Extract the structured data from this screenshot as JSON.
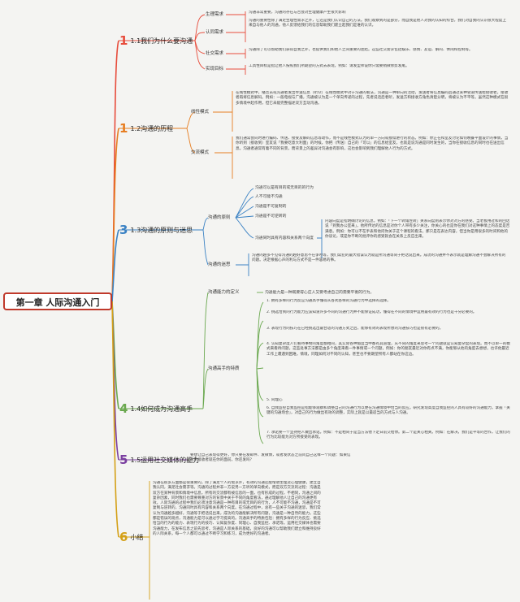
{
  "colors": {
    "red": "#e74c3c",
    "orange": "#e67e22",
    "blue": "#3b82c4",
    "green": "#6aa84f",
    "purple": "#7b3fa0",
    "gold": "#d4a017"
  },
  "root": "第一章 人际沟通入门",
  "t1": {
    "num": "1",
    "label": "1.1我们为什么要沟通",
    "s1": "生理需求",
    "d1": "沟通非常重要，沟通的存在与否会对生理健康产生很大影响",
    "s2": "认同需求",
    "d2": "沟通的重要性除了满足生理性需求之外，它还是我们认识自己的方法。我们观察到的是部分，而自我是他人对我的认知的综合。我们对自我的认识很大程度上来自与他人的沟通，他人反馈给我们的信息帮助我们建立起我们是谁的认识。",
    "s3": "社交需求",
    "d3": "沟通除了可以帮助我们获得自我之外，也提供我们和他人之间重要的连结。这些社交需求包括娱乐、感情、友谊、解闷、休闲和控制等。",
    "s4": "实现目标",
    "d4": "工具性目标是指让他人按照我们所期望的方式去表现，例如：请发型师设你只需要稍微修剪发尾。"
  },
  "t2": {
    "num": "1",
    "label": "1.2沟通的历程",
    "s1": "线性模式",
    "d1": "在线性模式中，播音员或沟通者发出传送信息（听众）在线性模式中对于沟通的看法，沟通是一种单向的活动，发送者将信息编码后通过某种管道传送给接收者，接收者再将信息解码。例如：一般电视与广播，沟通被认为是一个单向传递的过程，先者说话后者听，发送方和接收方角色清楚分明，将被认为不平等。虽然这种模式在很多情境中起作用，但它未能完整描述双方互动沟通。",
    "s2": "交流模式",
    "d2": "我们通常会同时进行编码、传送、接受及解码信息等动作，而不是线性模式认为的单一方向或接续进行的状态。例如：你正在和室友讨论如何晚餐平面设计的事情，当你听到（接收到）室友说「我要吃意大利面」的时候，你把（传送）自己的「可以」的信息给室友，也就是说沟通是同时发生的，当你在接收信息的同时也在送出信息。沟通者通常有着不同的背景，而背景上的差异对沟通会有影响，这也会影响到我们理解他人行为的方式。"
  },
  "t3": {
    "num": "3",
    "label": "1.3沟通的原则与迷思",
    "s1": "沟通的原则",
    "p1": "沟通可以是有目的或无目的的行为",
    "p2": "人不可能不沟通",
    "p3": "沟通是不可复制的",
    "p4": "沟通是不可逆转的",
    "p5": "沟通同时具有内容和关系两个向度",
    "d5": "内容向度是指明确讨论的信息，例如：「下一个转角左转」关系向度则表示你对对方的感受。当老板用过和的回话说「到我办公室来」，他所传达的信息是对你个人带有多少关注，你关心的也是你在我们对这种事情上的态度是否满意。例如：你可以不在手表和他问你关于这个课程的看法，那只是在表达内容，但当你是用很多的时间和他的你谈论，或是你不断的批评你的感受就会在关系上反应出来。",
    "s2": "沟通的迷思",
    "d6": "沟通的越多不见得沟通的越好意思不在争吵等，我们常犯的最大错误认为就是所沟通等同于把话说出来。成功的沟通并不表示就是理解沟通不会解决所有的问题。决定根据心声的利与方式不是一件容易的事。"
  },
  "t4": {
    "num": "4",
    "label": "1.4如何成为沟通高手",
    "s1": "沟通能力的定义",
    "def": "沟通能力是一种既要得心应人又要考虑自己的需要平衡的行为。",
    "s2": "沟通高手的特质",
    "c1": "1. 拥有多样的行为反应沟通高手懂得从各式各样的沟通行为中选择的选择。",
    "c2": "2. 挑选恰到的行为能力应该知道许多不同的沟通行为并不能保证成功，懂得在不同的情境中运用最有效的行为也是十分必要的。",
    "c3": "3. 表现行为的技巧在已经挑选出最合适的沟通方式之后，能够有效的表现所想的沟通技巧也是很有必要的。",
    "c4": "4. 认知复杂度人们看待事物的角度都相同，其实际各种角度当中都有其道理，从不同的角度来思考一个问题就是认知复杂度的表现。而不以单一的模式来看待问题，这些处事方法都是由多个角度来看一件事情或一个问题，例如：你的朋友最近对你有点不满，你能够从他的角度去想想，也许他最近工作上遭遇到困难。情境，同理如何对不同的认知，甚至也不要期望所有人都站在你这边。",
    "c5": "5. 同理心",
    "c6": "6. 自我监控自我监控是指能够观察和调整自己的沟通行为以便在沟通情境中恰当的反应。研究发现高度自我监控的人具有较好的沟通能力。掌握「关键的沟通场合」，对自己的行为做出有效的调整，实际上就是以最适当的方式与人沟通。",
    "c7": "7. 承诺要一个坚持把人做出承诺。例如：不是相同于是当方法他下定日前交给你。第二个是关心相关。例如：在解决，我们是平等的合作，让我们的行为比较能为对方所接受的表现。"
  },
  "t5": {
    "num": "5",
    "label": "1.5运用社交媒体的能力",
    "d1": "要想让自己表现得更好，你只要在发邮件、发微博，或者发状态之前问自己这样一个问题：如果信息的接收者就在你的面前，你还发吗？"
  },
  "t6": {
    "num": "6",
    "label": "小结",
    "d1": "沟通在很多方面都是很重要的。除了满足个人的需求外，有效的沟通还能增进生理及心理健康，建立自我认同，满足社会需求等。沟通的过程并非一方说另一方听的单向模式，而是双方交流的过程：沟通是双方在某种背景和情境中信息，所有的交流都有被信息的一面，也有形成的过程，不相同，沟通之间的复杂因素，同时我们也需要尊重对方的背景中关于不同的角度看法，通过理解他人让自己的沟通更有效。人际沟通的过程中我们必须注意沟通是一种有目的或无目的的行为，人不可能不沟通，沟通是不可复制与逆转的，沟通同时具有内容和关系两个向度。在沟通过程中，总有一些关于沟通的迷思，我们常认为沟通越多越好，沟通等于把话说出来，成功的沟通能解决所有问题，沟通是一种自然的能力。这些都是错误的观点，沟通能力是可以通过学习提高的。沟通高手的特质包括：拥有多样的行为反应、挑选恰当的行为的能力、表现行为的技巧、认知复杂度、同理心、自我监控、承诺等。运用社交媒体也需要沟通能力，在发布信息之前先思考。沟通是人际关系的基础，良好的沟通可以帮助我们建立和维持良好的人际关系，每一个人都可以通过不断学习和练习，成为更好的沟通者。"
  }
}
